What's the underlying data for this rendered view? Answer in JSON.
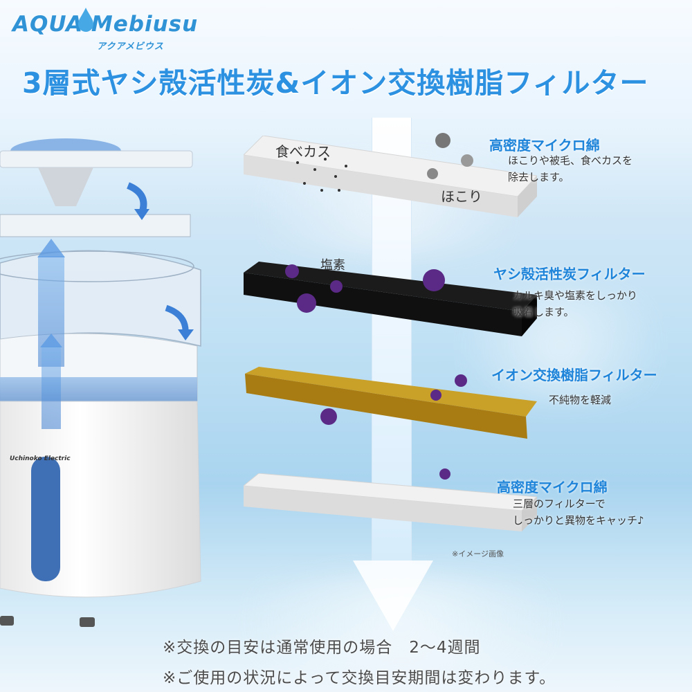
{
  "logo": {
    "main": "AQUA Mebiusu",
    "sub": "アクアメビウス"
  },
  "title": "3層式ヤシ殻活性炭&イオン交換樹脂フィルター",
  "layers": [
    {
      "heading": "高密度マイクロ綿",
      "description_lines": [
        "ほこりや被毛、食べカスを",
        "除去します。"
      ],
      "tags": [
        "食べカス",
        "ほこり"
      ]
    },
    {
      "heading": "ヤシ殻活性炭フィルター",
      "description_lines": [
        "カルキ臭や塩素をしっかり",
        "吸着します。"
      ],
      "tags": [
        "塩素"
      ]
    },
    {
      "heading": "イオン交換樹脂フィルター",
      "description_lines": [
        "不純物を軽減"
      ],
      "tags": []
    },
    {
      "heading": "高密度マイクロ綿",
      "description_lines": [
        "三層のフィルターで",
        "しっかりと異物をキャッチ♪"
      ],
      "tags": []
    }
  ],
  "image_note": "※イメージ画像",
  "product_brand": "Uchinoko Electric",
  "notes": [
    "※交換の目安は通常使用の場合　2〜4週間",
    "※ご使用の状況によって交換目安期間は変わります。"
  ],
  "colors": {
    "accent_blue": "#1e84d9",
    "title_blue": "#2c91e0",
    "particle_purple": "#5b2a86",
    "resin_gold": "#c99a1a",
    "carbon_black": "#151515"
  }
}
